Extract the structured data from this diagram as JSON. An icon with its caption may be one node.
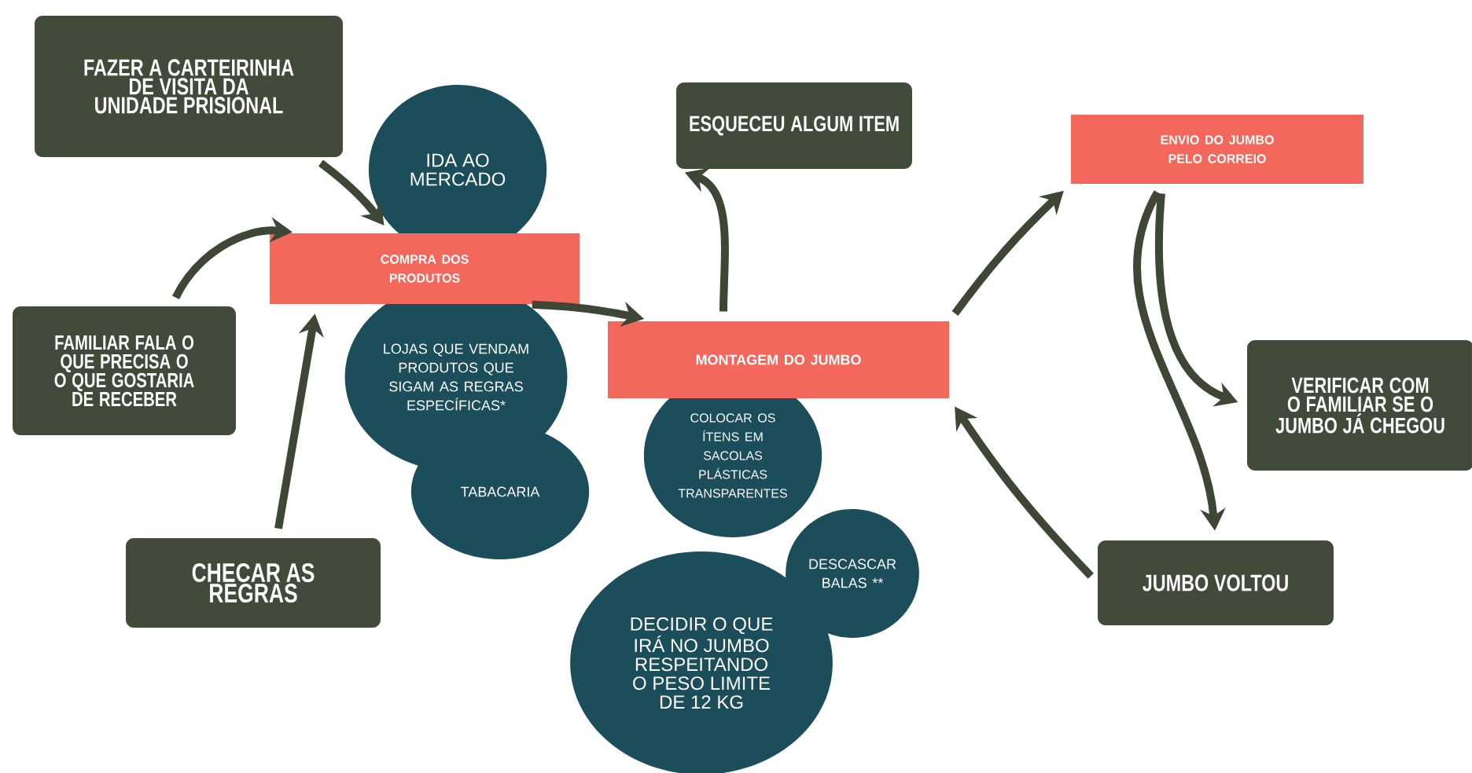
{
  "diagram": {
    "nodes": [
      {
        "text": [
          "FAZER A CARTEIRINHA DE VISITA DA UNIDADE PRISIONAL"
        ]
      },
      {
        "text": [
          "IDA AO MERCADO"
        ]
      },
      {
        "text": [
          "COMPRA DOS PRODUTOS"
        ]
      },
      {
        "text": [
          "ESQUECEU ALGUM ITEM"
        ]
      },
      {
        "text": [
          "FAMILIAR FALA O QUE PRECISA O O QUE GOSTARIA DE RECEBER"
        ]
      },
      {
        "text": [
          "LOJAS QUE VENDAM PRODUTOS QUE SIGAM AS REGRAS ESPECÍFICAS*"
        ]
      },
      {
        "text": [
          "TABACARIA"
        ]
      },
      {
        "text": [
          "CHECAR AS REGRAS"
        ]
      },
      {
        "text": [
          "MONTAGEM DO JUMBO"
        ]
      },
      {
        "text": [
          "COLOCAR OS ÍTENS EM SACOLAS PLÁSTICAS TRANSPARENTES"
        ]
      },
      {
        "text": [
          "DESCASCAR BALAS **"
        ]
      },
      {
        "text": [
          "DECIDIR O QUE IRÁ NO JUMBO RESPEITANDO O PESO LIMITE DE 12 KG"
        ]
      },
      {
        "text": [
          "ENVIO DO JUMBO PELO CORREIO"
        ]
      },
      {
        "text": [
          "VERIFICAR COM O FAMILIAR SE O JUMBO JÁ CHEGOU"
        ]
      },
      {
        "text": [
          "JUMBO VOLTOU"
        ]
      }
    ],
    "edges": [
      {
        "from": 0,
        "to": 2,
        "arrow": "to"
      },
      {
        "from": 4,
        "to": 2,
        "arrow": "to"
      },
      {
        "from": 7,
        "to": 2,
        "arrow": "to"
      },
      {
        "from": 2,
        "to": 8,
        "arrow": "to"
      },
      {
        "from": 8,
        "to": 3,
        "arrow": "to"
      },
      {
        "from": 8,
        "to": 12,
        "arrow": "to"
      },
      {
        "from": 12,
        "to": 13,
        "arrow": "to"
      },
      {
        "from": 12,
        "to": 14,
        "arrow": "to"
      },
      {
        "from": 14,
        "to": 8,
        "arrow": "to"
      }
    ]
  }
}
